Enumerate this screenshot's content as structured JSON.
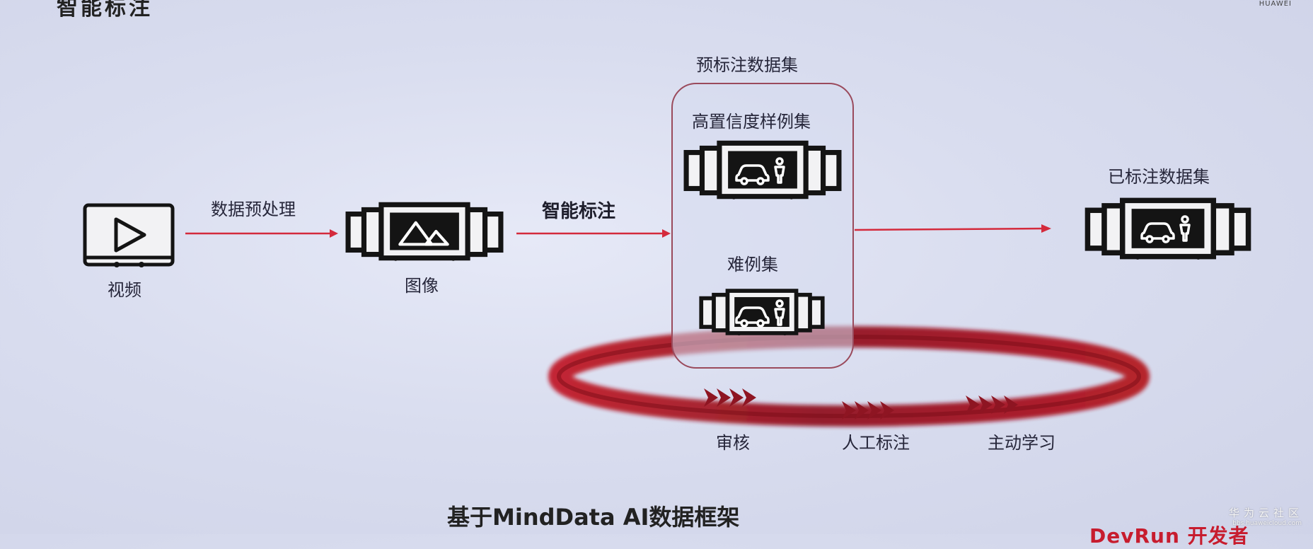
{
  "header": {
    "title_partial": "智能标注",
    "logo_text": "HUAWEI"
  },
  "diagram": {
    "nodes": {
      "video": {
        "label": "视频",
        "icon": "video-play-icon"
      },
      "image": {
        "label": "图像",
        "icon": "image-mountain-icon"
      },
      "prelabeled_dataset": {
        "label": "预标注数据集"
      },
      "high_confidence_set": {
        "label": "高置信度样例集",
        "icon": "car-person-frame-icon"
      },
      "hard_example_set": {
        "label": "难例集",
        "icon": "car-person-frame-icon"
      },
      "labeled_dataset": {
        "label": "已标注数据集",
        "icon": "car-person-frame-icon"
      }
    },
    "edges": {
      "preprocess": "数据预处理",
      "smart_label": "智能标注"
    },
    "loop": {
      "steps": [
        "审核",
        "人工标注",
        "主动学习"
      ]
    },
    "colors": {
      "arrow": "#d42a3c",
      "loop": "#b8121f",
      "box_border": "#9a4a5c",
      "icon": "#141414"
    }
  },
  "footer": {
    "title": "基于MindData AI数据框架",
    "brand_text": "DevRun 开发者",
    "watermark_cn": "华为云社区",
    "watermark_url": "bbs.huaweicloud.com"
  }
}
